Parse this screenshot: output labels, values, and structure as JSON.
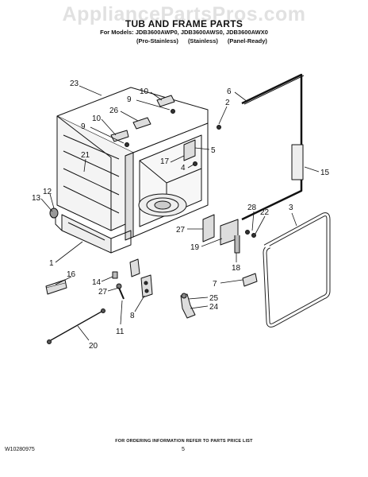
{
  "watermark": "AppliancePartsPros.com",
  "header": {
    "title": "TUB AND FRAME PARTS",
    "models": "For Models: JDB3600AWP0, JDB3600AWS0, JDB3600AWX0",
    "variants": [
      "(Pro-Stainless)",
      "(Stainless)",
      "(Panel-Ready)"
    ]
  },
  "callouts": [
    "23",
    "10",
    "9",
    "26",
    "10",
    "9",
    "21",
    "6",
    "2",
    "5",
    "17",
    "4",
    "15",
    "13",
    "12",
    "28",
    "22",
    "3",
    "27",
    "19",
    "1",
    "16",
    "14",
    "27",
    "18",
    "7",
    "25",
    "24",
    "11",
    "8",
    "20"
  ],
  "footer": {
    "note": "FOR ORDERING INFORMATION REFER TO PARTS PRICE LIST",
    "doc_number": "W10280975",
    "page": "5"
  }
}
